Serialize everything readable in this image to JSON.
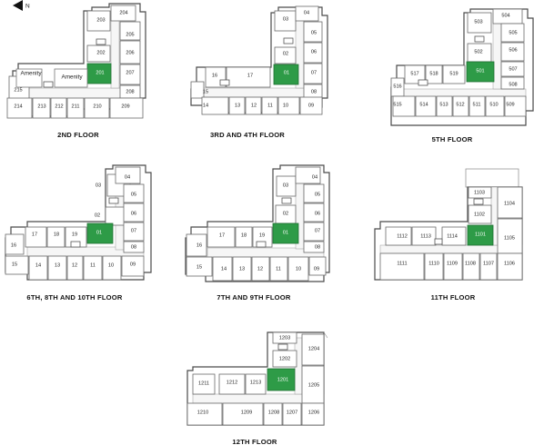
{
  "north_label": "N",
  "colors": {
    "highlight": "#2e9b47",
    "line": "#6a6a6a",
    "background": "#ffffff"
  },
  "floors": [
    {
      "id": "f2",
      "title": "2ND FLOOR",
      "highlight": "201",
      "amenities": [
        "Amenity",
        "Amenity"
      ],
      "units": [
        "203",
        "204",
        "205",
        "202",
        "206",
        "201",
        "207",
        "208",
        "215",
        "214",
        "213",
        "212",
        "211",
        "210",
        "209"
      ]
    },
    {
      "id": "f3",
      "title": "3RD AND 4TH FLOOR",
      "highlight": "01",
      "units": [
        "03",
        "04",
        "05",
        "02",
        "06",
        "01",
        "07",
        "08",
        "16",
        "17",
        "15",
        "14",
        "13",
        "12",
        "11",
        "10",
        "09"
      ]
    },
    {
      "id": "f5",
      "title": "5TH FLOOR",
      "highlight": "501",
      "units": [
        "503",
        "504",
        "505",
        "502",
        "506",
        "501",
        "507",
        "508",
        "517",
        "518",
        "519",
        "516",
        "515",
        "514",
        "513",
        "512",
        "511",
        "510",
        "509"
      ]
    },
    {
      "id": "f6",
      "title": "6TH, 8TH AND 10TH FLOOR",
      "highlight": "01",
      "units": [
        "03",
        "04",
        "05",
        "02",
        "06",
        "01",
        "07",
        "08",
        "17",
        "18",
        "19",
        "16",
        "15",
        "14",
        "13",
        "12",
        "11",
        "10",
        "09"
      ]
    },
    {
      "id": "f7",
      "title": "7TH AND 9TH FLOOR",
      "highlight": "01",
      "units": [
        "03",
        "04",
        "05",
        "02",
        "06",
        "01",
        "07",
        "08",
        "17",
        "18",
        "19",
        "16",
        "15",
        "14",
        "13",
        "12",
        "11",
        "10",
        "09"
      ]
    },
    {
      "id": "f11",
      "title": "11TH FLOOR",
      "highlight": "1101",
      "units": [
        "1103",
        "1104",
        "1102",
        "1105",
        "1112",
        "1113",
        "1114",
        "1101",
        "1111",
        "1110",
        "1109",
        "1108",
        "1107",
        "1106"
      ]
    },
    {
      "id": "f12",
      "title": "12TH FLOOR",
      "highlight": "1201",
      "units": [
        "1203",
        "1204",
        "1202",
        "1211",
        "1212",
        "1213",
        "1201",
        "1205",
        "1210",
        "1209",
        "1208",
        "1207",
        "1206"
      ]
    }
  ]
}
